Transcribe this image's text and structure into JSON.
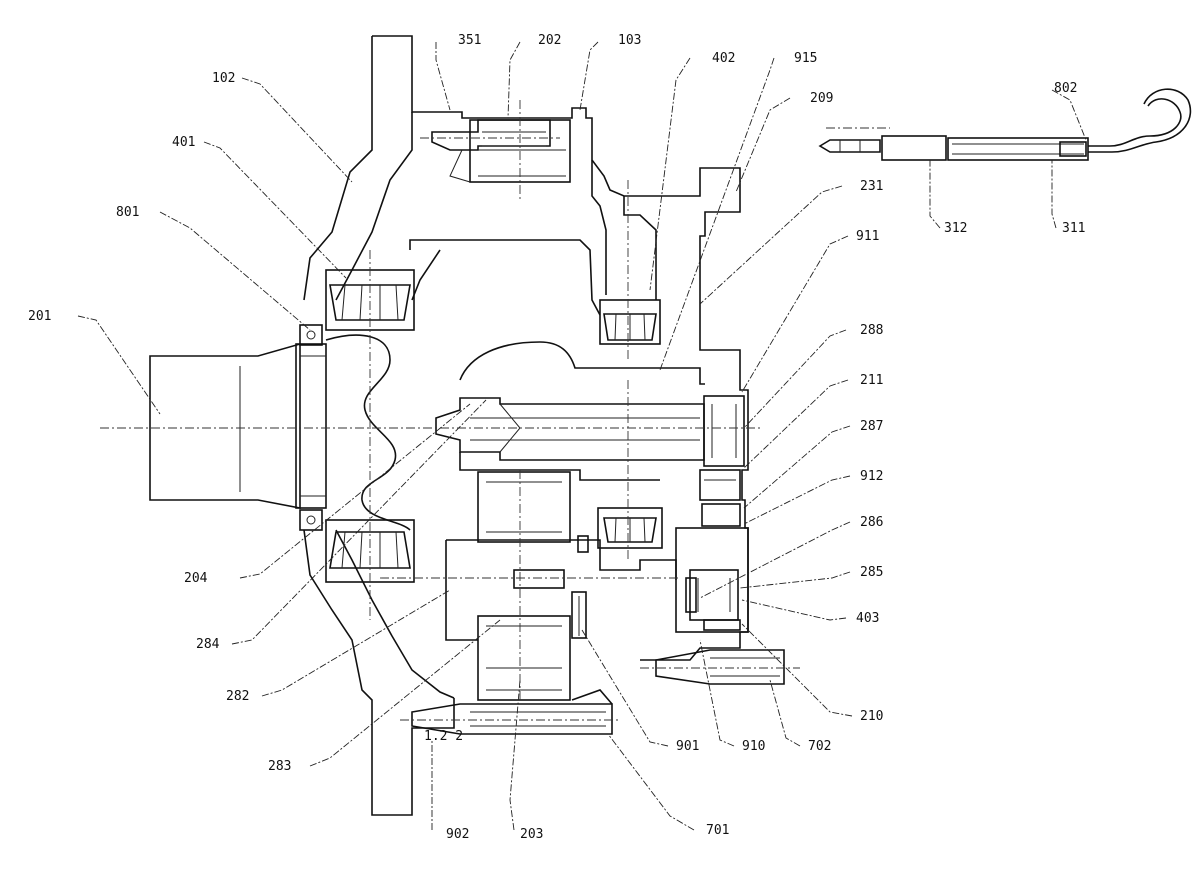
{
  "labels": [
    "351",
    "202",
    "103",
    "402",
    "915",
    "209",
    "802",
    "102",
    "401",
    "231",
    "801",
    "911",
    "201",
    "288",
    "211",
    "287",
    "912",
    "204",
    "286",
    "285",
    "403",
    "284",
    "282",
    "210",
    "283",
    "901",
    "910",
    "702",
    "701",
    "902",
    "203",
    "312",
    "311"
  ],
  "small_text": "1.2 2",
  "colors": {
    "ink": "#111111",
    "paper": "#ffffff"
  }
}
